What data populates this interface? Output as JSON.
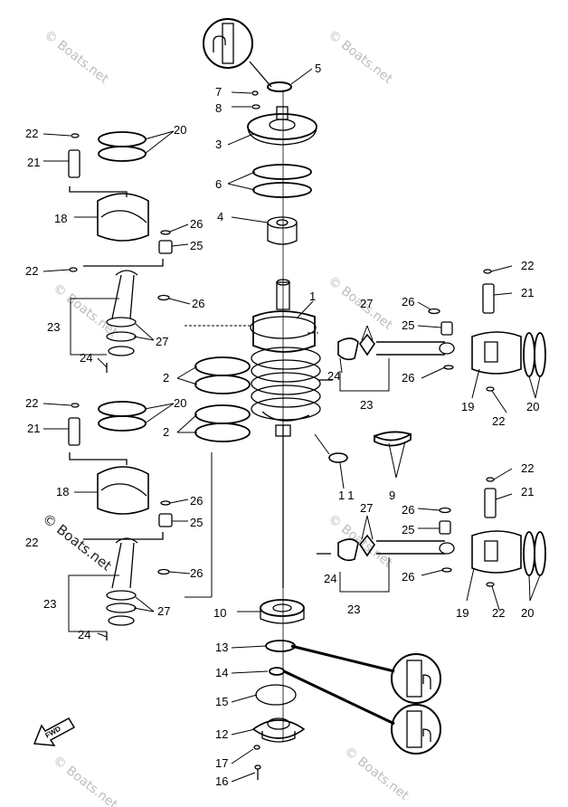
{
  "watermark": "© Boats.net",
  "fwd_label": "FWD",
  "callouts": {
    "n1": "1",
    "n2a": "2",
    "n2b": "2",
    "n3": "3",
    "n4": "4",
    "n5": "5",
    "n6": "6",
    "n7": "7",
    "n8": "8",
    "n9": "9",
    "n10": "10",
    "n11": "11",
    "n12": "12",
    "n13": "13",
    "n14": "14",
    "n15": "15",
    "n16": "16",
    "n17": "17",
    "n18a": "18",
    "n18b": "18",
    "n19a": "19",
    "n19b": "19",
    "n20a": "20",
    "n20b": "20",
    "n20c": "20",
    "n20d": "20",
    "n21a": "21",
    "n21b": "21",
    "n21c": "21",
    "n21d": "21",
    "n22a": "22",
    "n22b": "22",
    "n22c": "22",
    "n22d": "22",
    "n22e": "22",
    "n22f": "22",
    "n22g": "22",
    "n22h": "22",
    "n23a": "23",
    "n23b": "23",
    "n23c": "23",
    "n23d": "23",
    "n24a": "24",
    "n24b": "24",
    "n24c": "24",
    "n24d": "24",
    "n25a": "25",
    "n25b": "25",
    "n25c": "25",
    "n25d": "25",
    "n26a": "26",
    "n26b": "26",
    "n26c": "26",
    "n26d": "26",
    "n26e": "26",
    "n26f": "26",
    "n26g": "26",
    "n26h": "26",
    "n27a": "27",
    "n27b": "27",
    "n27c": "27",
    "n27d": "27"
  }
}
